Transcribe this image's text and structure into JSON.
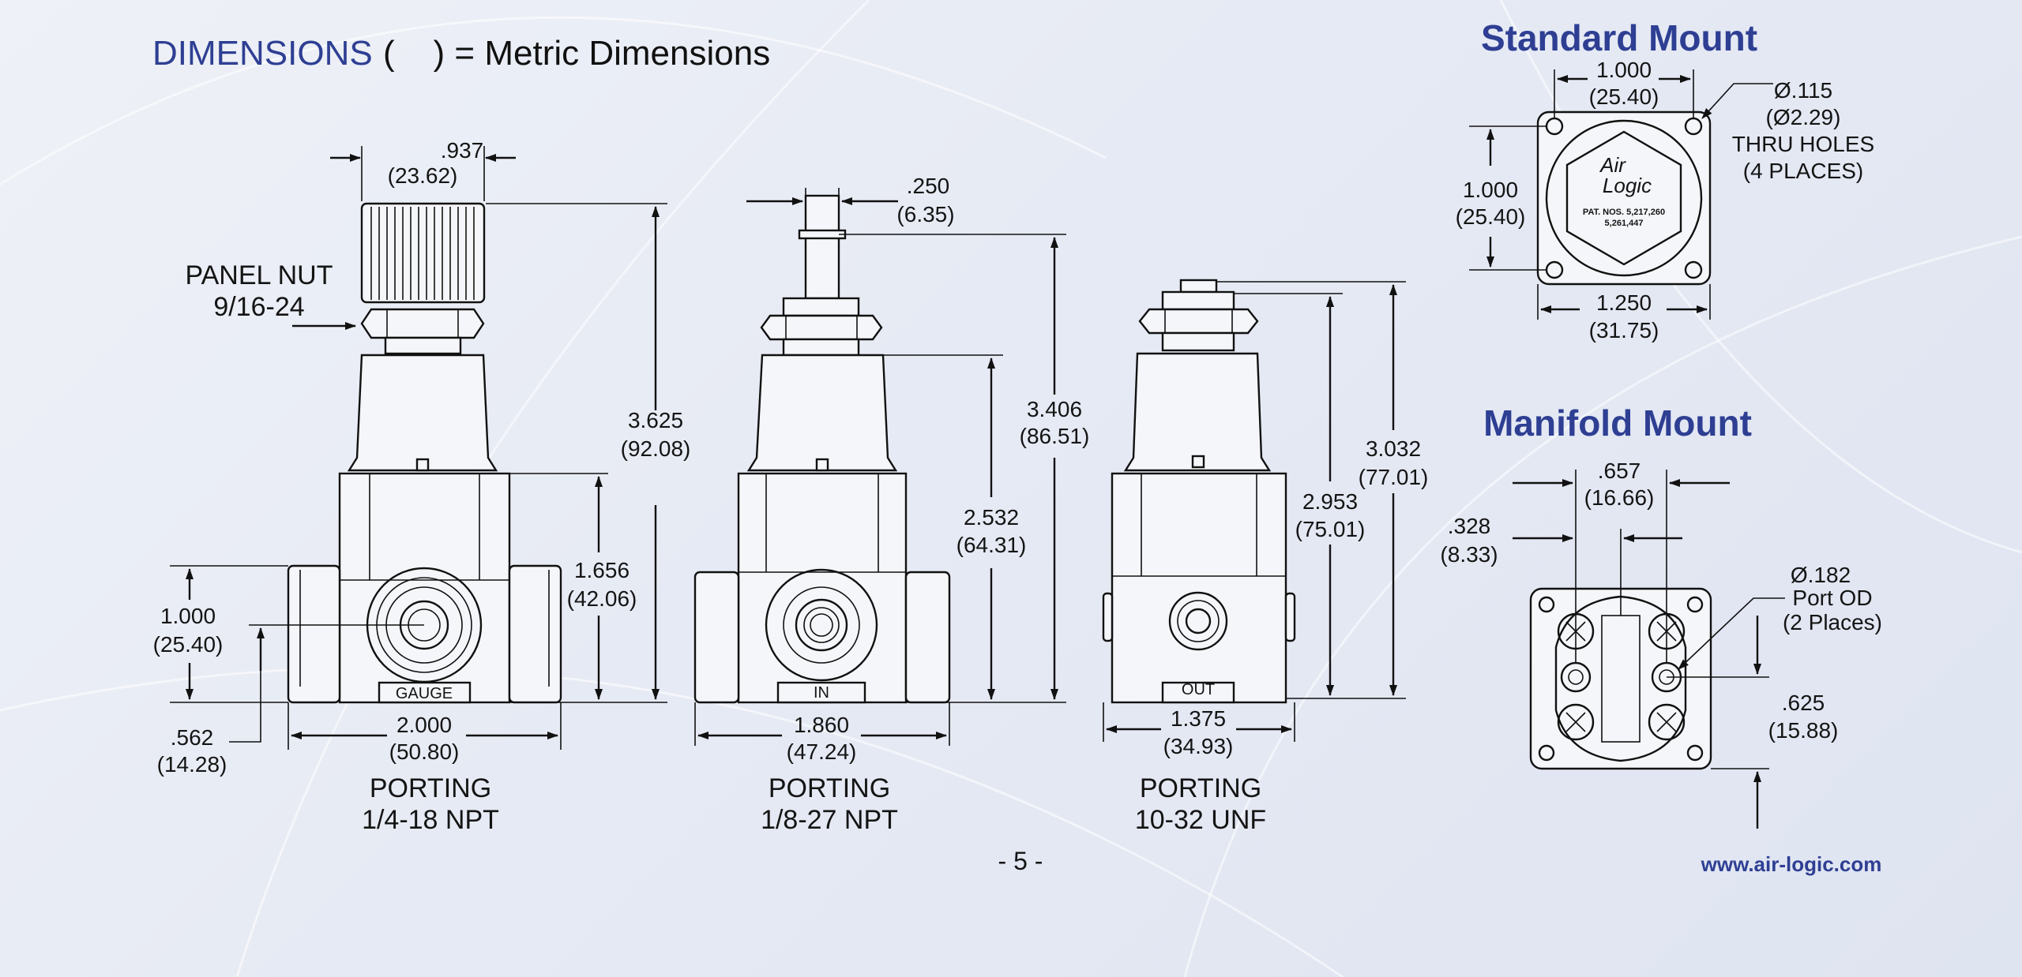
{
  "header": {
    "title_blue": "DIMENSIONS",
    "title_rest": "(    ) = Metric Dimensions"
  },
  "gauge": {
    "width_top": ".937",
    "width_top_mm": "(23.62)",
    "panel_nut": "PANEL NUT",
    "panel_nut_thread": "9/16-24",
    "height_total": "3.625",
    "height_total_mm": "(92.08)",
    "height_body": "1.656",
    "height_body_mm": "(42.06)",
    "port_height": "1.000",
    "port_height_mm": "(25.40)",
    "base_offset": ".562",
    "base_offset_mm": "(14.28)",
    "width_base": "2.000",
    "width_base_mm": "(50.80)",
    "port_label": "GAUGE",
    "porting": "PORTING",
    "porting_spec": "1/4-18 NPT"
  },
  "inlet": {
    "stem_width": ".250",
    "stem_width_mm": "(6.35)",
    "height_total": "3.406",
    "height_total_mm": "(86.51)",
    "height_body": "2.532",
    "height_body_mm": "(64.31)",
    "width_base": "1.860",
    "width_base_mm": "(47.24)",
    "port_label": "IN",
    "porting": "PORTING",
    "porting_spec": "1/8-27 NPT"
  },
  "outlet": {
    "height_total": "3.032",
    "height_total_mm": "(77.01)",
    "height_body": "2.953",
    "height_body_mm": "(75.01)",
    "width_base": "1.375",
    "width_base_mm": "(34.93)",
    "port_label": "OUT",
    "porting": "PORTING",
    "porting_spec": "10-32 UNF"
  },
  "standard_mount": {
    "title": "Standard Mount",
    "width_top": "1.000",
    "width_top_mm": "(25.40)",
    "height_left": "1.000",
    "height_left_mm": "(25.40)",
    "hole_dia": "Ø.115",
    "hole_dia_mm": "(Ø2.29)",
    "hole_note1": "THRU HOLES",
    "hole_note2": "(4 PLACES)",
    "width_base": "1.250",
    "width_base_mm": "(31.75)",
    "logo1": "Air",
    "logo2": "Logic",
    "pat1": "PAT. NOS. 5,217,260",
    "pat2": "5,261,447"
  },
  "manifold_mount": {
    "title": "Manifold Mount",
    "spacing": ".657",
    "spacing_mm": "(16.66)",
    "offset": ".328",
    "offset_mm": "(8.33)",
    "port_dia": "Ø.182",
    "port_od": "Port OD",
    "port_places": "(2 Places)",
    "height": ".625",
    "height_mm": "(15.88)"
  },
  "footer": {
    "page": "- 5 -",
    "url": "www.air-logic.com"
  }
}
